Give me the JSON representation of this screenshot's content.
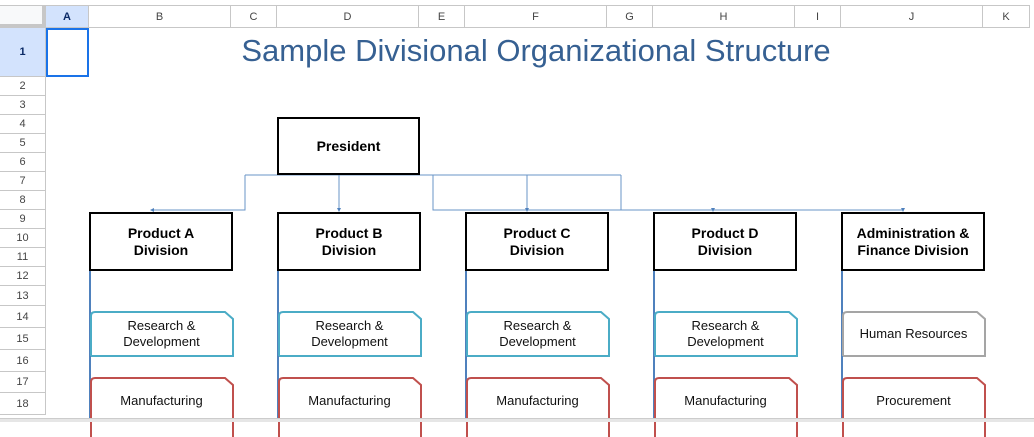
{
  "sheet": {
    "columns": [
      "A",
      "B",
      "C",
      "D",
      "E",
      "F",
      "G",
      "H",
      "I",
      "J",
      "K"
    ],
    "rows": [
      "1",
      "2",
      "3",
      "4",
      "5",
      "6",
      "7",
      "8",
      "9",
      "10",
      "11",
      "12",
      "13",
      "14",
      "15",
      "16",
      "17",
      "18"
    ],
    "selected_cell": "A1"
  },
  "chart": {
    "title": "Sample Divisional Organizational Structure",
    "top": "President",
    "divisions": [
      {
        "name": "Product  A Division",
        "line1": "Product  A",
        "line2": "Division",
        "units": [
          {
            "label1": "Research &",
            "label2": "Development",
            "color": "#4bacc6"
          },
          {
            "label1": "Manufacturing",
            "label2": "",
            "color": "#c0504d"
          }
        ]
      },
      {
        "name": "Product  B Division",
        "line1": "Product  B",
        "line2": "Division",
        "units": [
          {
            "label1": "Research &",
            "label2": "Development",
            "color": "#4bacc6"
          },
          {
            "label1": "Manufacturing",
            "label2": "",
            "color": "#c0504d"
          }
        ]
      },
      {
        "name": "Product  C Division",
        "line1": "Product  C",
        "line2": "Division",
        "units": [
          {
            "label1": "Research &",
            "label2": "Development",
            "color": "#4bacc6"
          },
          {
            "label1": "Manufacturing",
            "label2": "",
            "color": "#c0504d"
          }
        ]
      },
      {
        "name": "Product  D Division",
        "line1": "Product  D",
        "line2": "Division",
        "units": [
          {
            "label1": "Research &",
            "label2": "Development",
            "color": "#4bacc6"
          },
          {
            "label1": "Manufacturing",
            "label2": "",
            "color": "#c0504d"
          }
        ]
      },
      {
        "name": "Administration & Finance Division",
        "line1": "Administration &",
        "line2": "Finance Division",
        "units": [
          {
            "label1": "Human Resources",
            "label2": "",
            "color": "#a5a5a5"
          },
          {
            "label1": "Procurement",
            "label2": "",
            "color": "#c0504d"
          }
        ]
      }
    ],
    "connector_color": "#4f81bd",
    "title_color": "#366092"
  }
}
